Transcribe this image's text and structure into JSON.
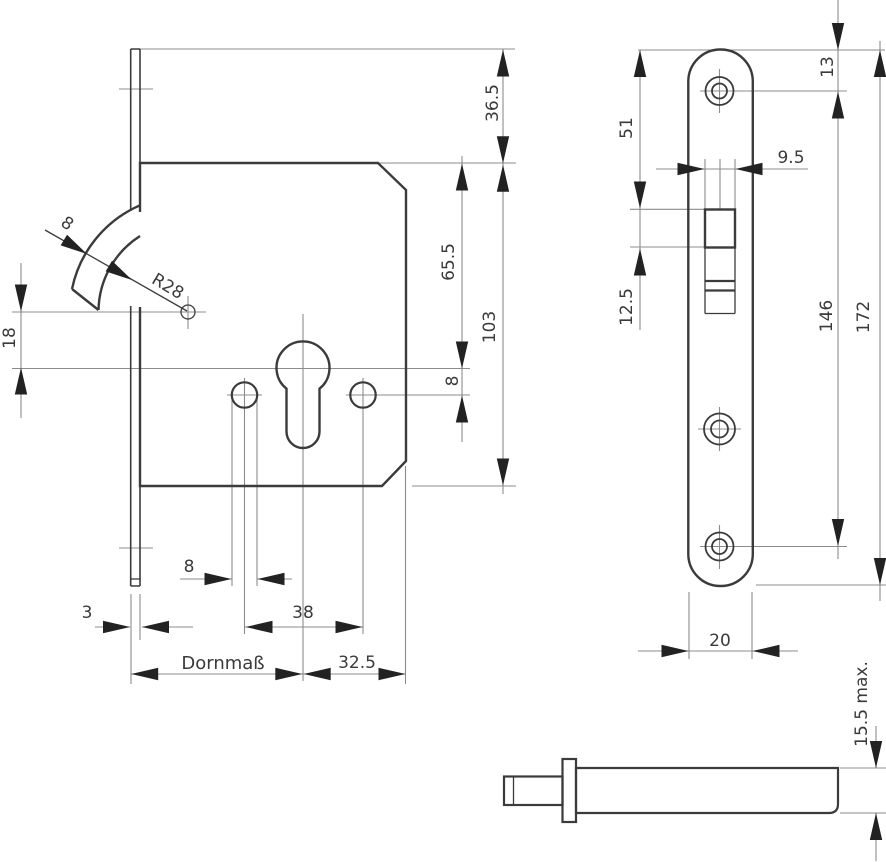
{
  "drawing": {
    "background": "#ffffff",
    "line_color": "#3b3b3b",
    "thin_line_color": "#8c8c8c",
    "text_color": "#3a3a3a",
    "side_view": {
      "dim_top_to_case": "36.5",
      "dim_case_height": "103",
      "dim_case_top_to_axis": "65.5",
      "dim_axis_to_holes": "8",
      "dim_hook_pivot_offset": "18",
      "dim_hook_thickness": "8",
      "dim_hook_radius": "R28",
      "dim_hole_diameter": "8",
      "dim_faceplate_thickness": "3",
      "dim_hole_spacing": "38",
      "label_backset": "Dornmaß",
      "dim_cylinder_to_back": "32.5"
    },
    "front_view": {
      "dim_top_to_cutout": "51",
      "dim_cutout_height": "12.5",
      "dim_cutout_width": "9.5",
      "dim_top_to_hole": "13",
      "dim_hole_spacing": "146",
      "dim_plate_length": "172",
      "dim_plate_width": "20"
    },
    "bolt_view": {
      "dim_protrusion": "15.5 max."
    }
  }
}
